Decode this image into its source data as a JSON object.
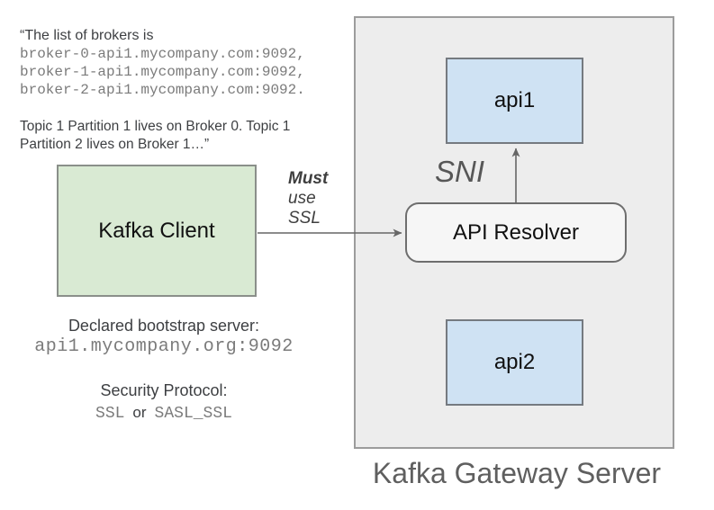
{
  "colors": {
    "client_fill": "#d9ead3",
    "api_fill": "#cfe2f3",
    "gateway_fill": "#ededed",
    "resolver_fill": "#f6f6f6",
    "arrow": "#666666",
    "text_dark": "#3d3f42",
    "text_gray": "#5f5f5f",
    "mono_gray": "#7b7b7b"
  },
  "notes": {
    "broker_intro": "“The list of brokers is",
    "broker_lines": [
      "broker-0-api1.mycompany.com:9092,",
      "broker-1-api1.mycompany.com:9092,",
      "broker-2-api1.mycompany.com:9092."
    ],
    "topic_line1": "Topic 1 Partition 1 lives on Broker 0. Topic 1",
    "topic_line2": "Partition 2 lives on Broker 1…”"
  },
  "client": {
    "label": "Kafka Client"
  },
  "connection": {
    "must": "Must",
    "line2": "use",
    "line3": "SSL"
  },
  "gateway": {
    "title": "Kafka Gateway Server",
    "sni_label": "SNI",
    "resolver_label": "API Resolver",
    "api1_label": "api1",
    "api2_label": "api2"
  },
  "bootstrap": {
    "label": "Declared bootstrap server:",
    "value": "api1.mycompany.org:9092"
  },
  "security": {
    "label": "Security Protocol:",
    "option1": "SSL",
    "conjunction": "or",
    "option2": "SASL_SSL"
  }
}
